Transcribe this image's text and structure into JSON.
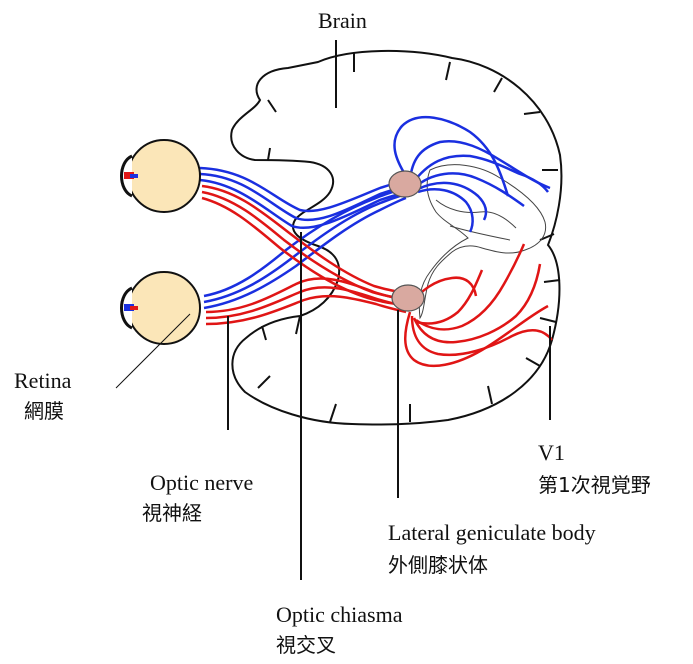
{
  "labels": {
    "brain": "Brain",
    "retina_en": "Retina",
    "retina_jp": "網膜",
    "optic_nerve_en": "Optic nerve",
    "optic_nerve_jp": "視神経",
    "optic_chiasma_en": "Optic chiasma",
    "optic_chiasma_jp": "視交叉",
    "lgb_en": "Lateral geniculate body",
    "lgb_jp": "外側膝状体",
    "v1_en": "V1",
    "v1_jp": "第1次視覚野"
  },
  "colors": {
    "left_eye_pathway": "#1a2fe0",
    "right_eye_pathway": "#e01515",
    "eyeball_fill": "#fbe6b8",
    "lgb_fill": "#d9a9a0",
    "outline": "#111111"
  },
  "icons": [
    "eyeball-icon",
    "lens-icon"
  ]
}
